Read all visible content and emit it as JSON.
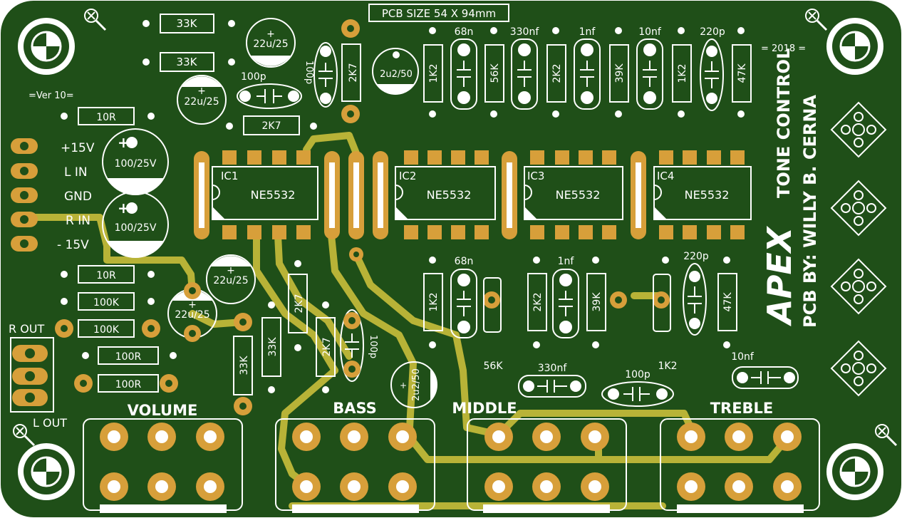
{
  "board": {
    "size_label": "PCB SIZE  54 X 94mm",
    "version_label": "=Ver 10=",
    "year_label": "= 2018 =",
    "brand": "APEX",
    "title": "TONE CONTROL",
    "author": "PCB BY: WILLY B. CERNA"
  },
  "connectors": {
    "input": [
      "+15V",
      "L IN",
      "GND",
      "R IN",
      "- 15V"
    ],
    "output": [
      "R OUT",
      "L OUT"
    ]
  },
  "ics": [
    {
      "label": "IC1",
      "part": "NE5532"
    },
    {
      "label": "IC2",
      "part": "NE5532"
    },
    {
      "label": "IC3",
      "part": "NE5532"
    },
    {
      "label": "IC4",
      "part": "NE5532"
    }
  ],
  "pots": [
    "VOLUME",
    "BASS",
    "MIDDLE",
    "TREBLE"
  ],
  "parts": {
    "r_33k_a": "33K",
    "r_33k_b": "33K",
    "r_10r_top": "10R",
    "r_2k7_h": "2K7",
    "r_2k7_v": "2K7",
    "r_1k2_a": "1K2",
    "r_56k": "56K",
    "r_2k2": "2K2",
    "r_39k": "39K",
    "r_1k2_b": "1K2",
    "r_47k": "47K",
    "r_10r_b": "10R",
    "r_100k_a": "100K",
    "r_100k_b": "100K",
    "r_100r_a": "100R",
    "r_100r_b": "100R",
    "r_2k7_m1": "2K7",
    "r_2k7_m2": "2K7",
    "r_33k_m1": "33K",
    "r_33k_m2": "33K",
    "r_1k2_c": "1K2",
    "r_2k2_b": "2K2",
    "r_39k_b": "39K",
    "r_47k_b": "47K",
    "c_22u_a": "22u/25",
    "c_22u_b": "22u/25",
    "c_22u_c": "22u/25",
    "c_22u_d": "22u/25",
    "c_2u2_a": "2u2/50",
    "c_2u2_b": "2u2/50",
    "c_100u_a": "100/25V",
    "c_100u_b": "100/25V",
    "c_100p_a": "100p",
    "c_100p_b": "100p",
    "c_100p_c": "100p",
    "c_100p_d": "100p",
    "c_68n_a": "68n",
    "c_330nf_a": "330nf",
    "c_1nf_a": "1nf",
    "c_10nf_a": "10nf",
    "c_220p_a": "220p",
    "c_68n_b": "68n",
    "c_1nf_b": "1nf",
    "c_220p_b": "220p",
    "c_56k_lbl": "56K",
    "c_330nf_b": "330nf",
    "c_1k2_lbl": "1K2",
    "c_10nf_b": "10nf"
  },
  "colors": {
    "board": "#1f4f18",
    "copper_pad": "#d79f3a",
    "trace": "#b8b337",
    "silkscreen": "#ffffff"
  }
}
